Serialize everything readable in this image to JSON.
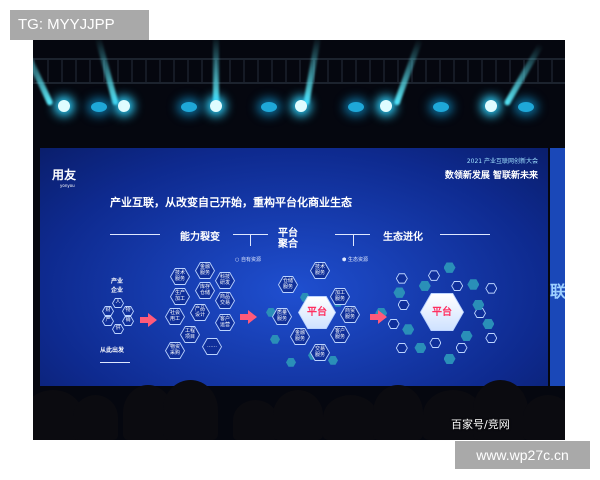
{
  "overlay_tag": "TG: MYYJJPP",
  "watermark": "百家号/竞网",
  "site": "www.wp27c.cn",
  "screen": {
    "logo": "用友",
    "logo_sub": "yonyou",
    "conference": "2021 产业互联网创新大会",
    "slogan": "数领新发展 智联新未来",
    "title": "产业互联，从改变自己开始，重构平台化商业生态",
    "phases": [
      "能力裂变",
      "平台聚合",
      "生态进化"
    ],
    "legend": [
      "自有资源",
      "生态资源"
    ],
    "start_label": "产业企业",
    "start_hexes": [
      "人",
      "财",
      "物",
      "产",
      "销",
      "供"
    ],
    "from_here": "从此出发",
    "capabilities": [
      "技术服务",
      "金融服务",
      "科技研发",
      "生产加工",
      "库存仓储",
      "商品交易",
      "社会用工",
      "产品设计",
      "客户运营",
      "工程项目",
      "物资采购",
      "……"
    ],
    "platform": "平台",
    "platform_services": [
      "仓储服务",
      "技术服务",
      "加工服务",
      "质量服务",
      "商贸服务",
      "金融服务",
      "客户服务",
      "交易服务"
    ],
    "side_text": "联 RNET"
  },
  "colors": {
    "screen": "#1a3fb5",
    "arrow": "#ff5a7a",
    "light": "#2fd3ff"
  }
}
